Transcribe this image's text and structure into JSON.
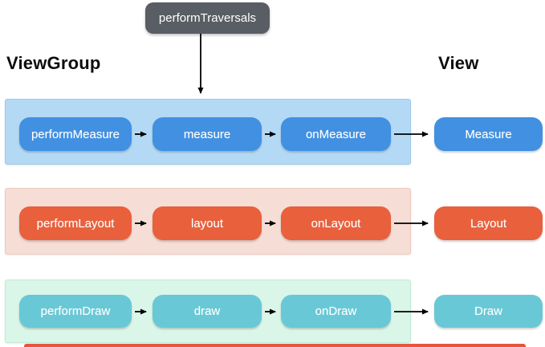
{
  "top_node": {
    "label": "performTraversals",
    "bg": "#595e64"
  },
  "headers": {
    "left": "ViewGroup",
    "right": "View"
  },
  "rows": [
    {
      "name": "measure",
      "band_bg": "#b3d9f5",
      "band_border": "#9ccaec",
      "box_bg": "#4190e2",
      "steps": [
        "performMeasure",
        "measure",
        "onMeasure"
      ],
      "view_step": "Measure"
    },
    {
      "name": "layout",
      "band_bg": "#f6ded7",
      "band_border": "#ecc9bd",
      "box_bg": "#e8603c",
      "steps": [
        "performLayout",
        "layout",
        "onLayout"
      ],
      "view_step": "Layout"
    },
    {
      "name": "draw",
      "band_bg": "#d9f6e9",
      "band_border": "#c0ebd7",
      "box_bg": "#68c8d6",
      "steps": [
        "performDraw",
        "draw",
        "onDraw"
      ],
      "view_step": "Draw"
    }
  ],
  "bottom_strip": {
    "color": "#e8553c"
  },
  "arrow_color": "#000000"
}
